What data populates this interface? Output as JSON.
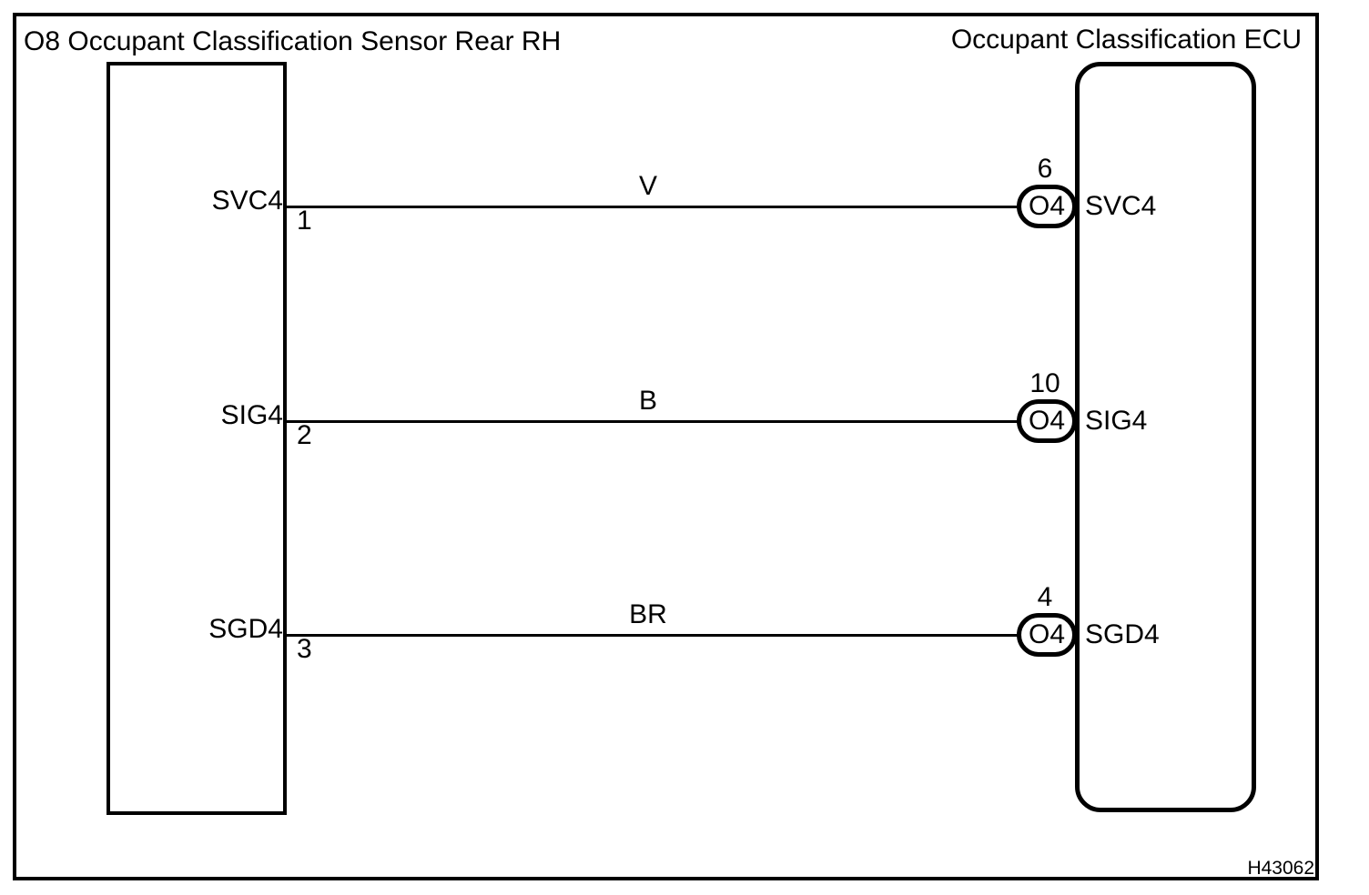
{
  "diagram": {
    "left_component": {
      "title": "O8 Occupant Classification Sensor Rear RH"
    },
    "right_component": {
      "title": "Occupant Classification ECU"
    },
    "wires": [
      {
        "left_label": "SVC4",
        "left_pin": "1",
        "wire_color": "V",
        "right_pin": "6",
        "connector": "O4",
        "right_label": "SVC4"
      },
      {
        "left_label": "SIG4",
        "left_pin": "2",
        "wire_color": "B",
        "right_pin": "10",
        "connector": "O4",
        "right_label": "SIG4"
      },
      {
        "left_label": "SGD4",
        "left_pin": "3",
        "wire_color": "BR",
        "right_pin": "4",
        "connector": "O4",
        "right_label": "SGD4"
      }
    ],
    "figure_code": "H43062",
    "colors": {
      "ink": "#000000",
      "background": "#ffffff"
    }
  }
}
